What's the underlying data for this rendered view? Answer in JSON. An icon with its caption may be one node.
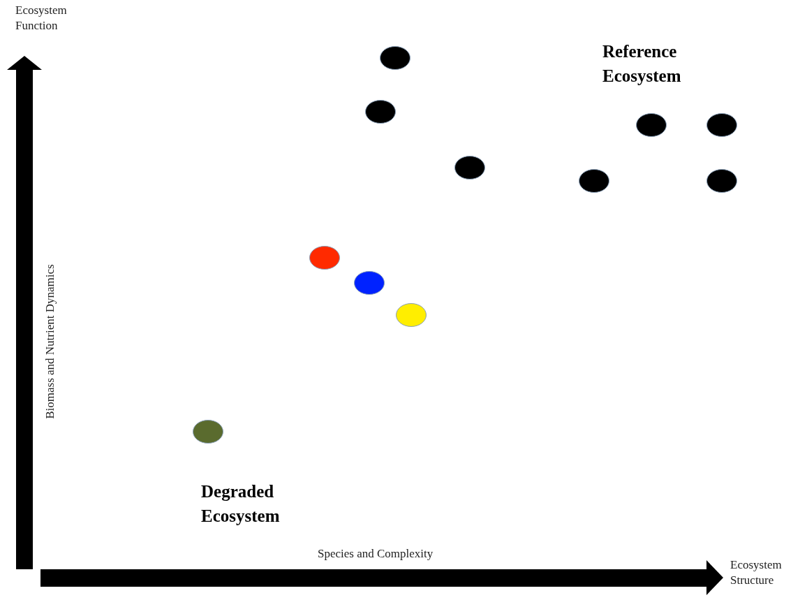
{
  "diagram": {
    "nodes": [
      {
        "text": [],
        "shape": "circle"
      },
      {
        "text": [],
        "shape": "circle"
      },
      {
        "text": [],
        "shape": "circle"
      },
      {
        "text": [],
        "shape": "circle"
      },
      {
        "text": [],
        "shape": "circle"
      },
      {
        "text": [],
        "shape": "circle"
      },
      {
        "text": [],
        "shape": "circle"
      },
      {
        "text": [],
        "shape": "circle"
      },
      {
        "text": [],
        "shape": "circle"
      },
      {
        "text": [],
        "shape": "circle"
      },
      {
        "text": [],
        "shape": "circle"
      }
    ],
    "labels": [
      "Ecosystem Function",
      "Reference Ecosystem",
      "Biomass and Nutrient Dynamics",
      "Degraded Ecosystem",
      "Species and Complexity",
      "Ecosystem Structure"
    ]
  }
}
